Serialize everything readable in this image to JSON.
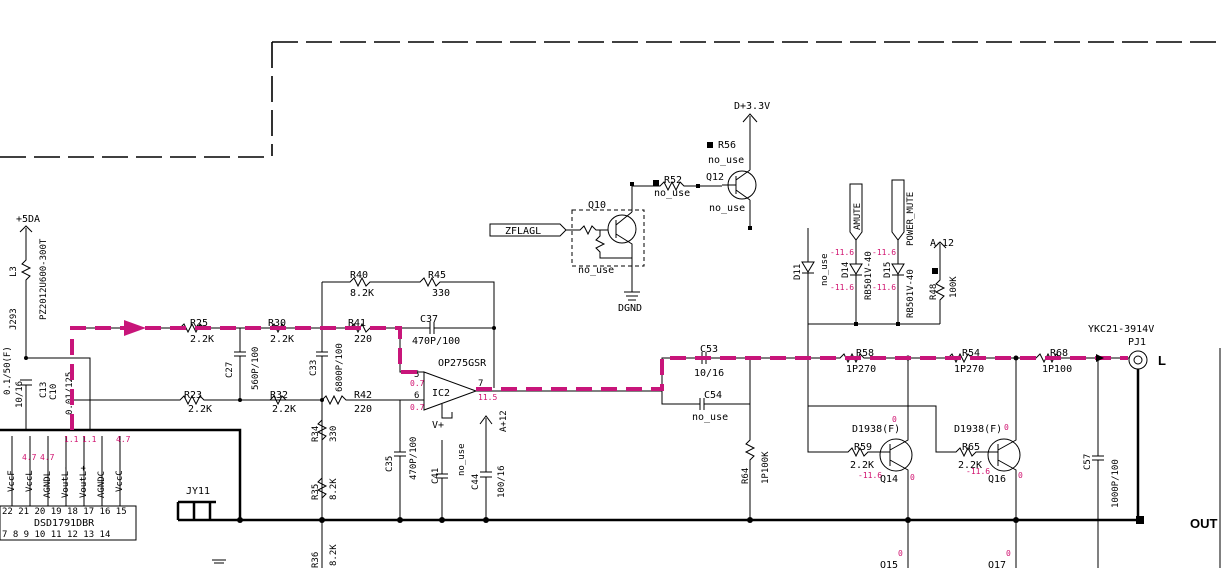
{
  "power": {
    "d33": "D+3.3V",
    "p5da": "+5DA",
    "a12": "A-12",
    "ap12": "A+12",
    "vplus": "V+"
  },
  "labels": {
    "l3": "L3",
    "l3_val": "PZ2012U600-300T",
    "j293": "J293",
    "c13": "C13",
    "c13_val": "0.1/50(F)",
    "c10": "C10",
    "c10_val": "10/16",
    "c10_val2": "0.01/125",
    "zflagl": "ZFLAGL",
    "q10": "Q10",
    "no_use": "no_use",
    "dgnd": "DGND",
    "r52": "R52",
    "q12": "Q12",
    "r56": "R56",
    "d11": "D11",
    "amute": "AMUTE",
    "power_mute": "POWER_MUTE",
    "d14": "D14",
    "d15": "D15",
    "rb501v": "RB501V-40",
    "r48": "R48",
    "r48_val": "100K",
    "r25": "R25",
    "r30": "R30",
    "r40": "R40",
    "r45": "R45",
    "r41": "R41",
    "c37": "C37",
    "c37_val": "470P/100",
    "r23": "R23",
    "r32": "R32",
    "r42": "R42",
    "c27": "C27",
    "c27_val": "560P/100",
    "c33": "C33",
    "c33_val": "6800P/100",
    "val_2k2": "2.2K",
    "val_8k2": "8.2K",
    "val_330": "330",
    "val_220": "220",
    "op275": "OP275GSR",
    "ic2": "IC2",
    "pin5": "5",
    "pin6": "6",
    "pin7": "7",
    "c53": "C53",
    "c53_val": "10/16",
    "c54": "C54",
    "r58": "R58",
    "r54": "R54",
    "r68": "R68",
    "val_1p270": "1P270",
    "val_1p100": "1P100",
    "ykc": "YKC21-3914V",
    "pj1": "PJ1",
    "out_l": "L",
    "out": "OUT",
    "r34": "R34",
    "r35": "R35",
    "r36": "R36",
    "c35": "C35",
    "c35_val": "470P/100",
    "c41": "C41",
    "c44": "C44",
    "c44_val": "100/16",
    "r64": "R64",
    "r64_val": "1P100K",
    "d1938": "D1938(F)",
    "q14": "Q14",
    "q16": "Q16",
    "q15": "Q15",
    "q17": "Q17",
    "r59": "R59",
    "r65": "R65",
    "c57": "C57",
    "c57_val": "1000P/100",
    "jy11": "JY11",
    "dsd": "DSD1791DBR",
    "pins_top": "22 21 20 19 18 17 16 15",
    "pins_bot": "7  8  9 10 11 12 13 14",
    "vccf": "VccF",
    "vccl": "VccL",
    "agndl": "AGNDL",
    "voutl_m": "VoutL-",
    "voutl_p": "VoutL+",
    "agndc": "AGNDC",
    "vccc": "VccC"
  },
  "voltages": {
    "v07": "0.7",
    "v115": "11.5",
    "vm116": "-11.6",
    "v0": "0",
    "v47": "4.7",
    "v11": "1.1"
  }
}
